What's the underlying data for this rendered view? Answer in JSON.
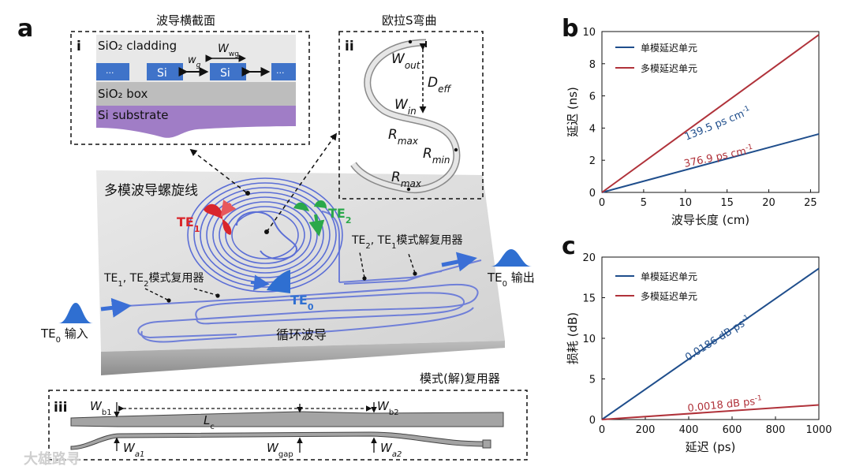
{
  "panel_a": {
    "label": "a",
    "inset_i": {
      "label": "i",
      "title": "波导横截面",
      "cladding": "SiO₂ cladding",
      "box": "SiO₂ box",
      "substrate": "Si substrate",
      "si": "Si",
      "dots": "···",
      "w_wg": "W",
      "w_wg_sub": "wg",
      "w_g": "w",
      "w_g_sub": "g"
    },
    "inset_ii": {
      "label": "ii",
      "title": "欧拉S弯曲",
      "w_out": "W",
      "w_out_sub": "out",
      "w_in": "W",
      "w_in_sub": "in",
      "d_eff": "D",
      "d_eff_sub": "eff",
      "r_max_1": "R",
      "r_max_1_sub": "max",
      "r_min": "R",
      "r_min_sub": "min",
      "r_max_2": "R",
      "r_max_2_sub": "max"
    },
    "chip": {
      "spiral_label": "多模波导螺旋线",
      "te1": "TE",
      "te1_sub": "1",
      "te2": "TE",
      "te2_sub": "2",
      "te0": "TE",
      "te0_sub": "0",
      "mux_label_a": "TE",
      "mux_label_b": "1",
      "mux_label_c": ", TE",
      "mux_label_d": "2",
      "mux_label_e": "模式复用器",
      "demux_label_a": "TE",
      "demux_label_b": "2",
      "demux_label_c": ", TE",
      "demux_label_d": "1",
      "demux_label_e": "模式解复用器",
      "input_a": "TE",
      "input_b": "0",
      "input_c": " 输入",
      "output_a": "TE",
      "output_b": "0",
      "output_c": " 输出",
      "loop_label": "循环波导"
    },
    "inset_iii": {
      "label": "iii",
      "title": "模式(解)复用器",
      "wb1": "W",
      "wb1_sub": "b1",
      "wb2": "W",
      "wb2_sub": "b2",
      "lc": "L",
      "lc_sub": "c",
      "wa1": "W",
      "wa1_sub": "a1",
      "wgap": "W",
      "wgap_sub": "gap",
      "wa2": "W",
      "wa2_sub": "a2"
    },
    "watermark": "大雄路寻"
  },
  "colors": {
    "single_mode": "#1f4e8c",
    "multi_mode": "#b0323a",
    "waveguide": "#6f7fd8",
    "te1": "#d9262c",
    "te2": "#2aa84a",
    "te0": "#2f6fd1"
  },
  "chart_data": [
    {
      "panel": "b",
      "type": "line",
      "xlabel": "波导长度 (cm)",
      "ylabel": "延迟 (ns)",
      "xlim": [
        0,
        26
      ],
      "ylim": [
        0,
        10
      ],
      "xticks": [
        0,
        5,
        10,
        15,
        20,
        25
      ],
      "yticks": [
        0,
        2,
        4,
        6,
        8,
        10
      ],
      "legend_position": "top-left",
      "series": [
        {
          "name": "单模延迟单元",
          "color": "#1f4e8c",
          "x": [
            0,
            26
          ],
          "y": [
            0,
            3.63
          ],
          "annotation": "139.5 ps cm",
          "annotation_sup": "-1"
        },
        {
          "name": "多模延迟单元",
          "color": "#b0323a",
          "x": [
            0,
            26
          ],
          "y": [
            0,
            9.8
          ],
          "annotation": "376.9 ps cm",
          "annotation_sup": "-1"
        }
      ]
    },
    {
      "panel": "c",
      "type": "line",
      "xlabel": "延迟 (ps)",
      "ylabel": "损耗 (dB)",
      "xlim": [
        0,
        1000
      ],
      "ylim": [
        0,
        20
      ],
      "xticks": [
        0,
        200,
        400,
        600,
        800,
        1000
      ],
      "yticks": [
        0,
        5,
        10,
        15,
        20
      ],
      "legend_position": "top-left",
      "series": [
        {
          "name": "单模延迟单元",
          "color": "#1f4e8c",
          "x": [
            0,
            1000
          ],
          "y": [
            0,
            18.6
          ],
          "annotation": "0.0186 dB ps",
          "annotation_sup": "-1"
        },
        {
          "name": "多模延迟单元",
          "color": "#b0323a",
          "x": [
            0,
            1000
          ],
          "y": [
            0,
            1.8
          ],
          "annotation": "0.0018 dB ps",
          "annotation_sup": "-1"
        }
      ]
    }
  ]
}
